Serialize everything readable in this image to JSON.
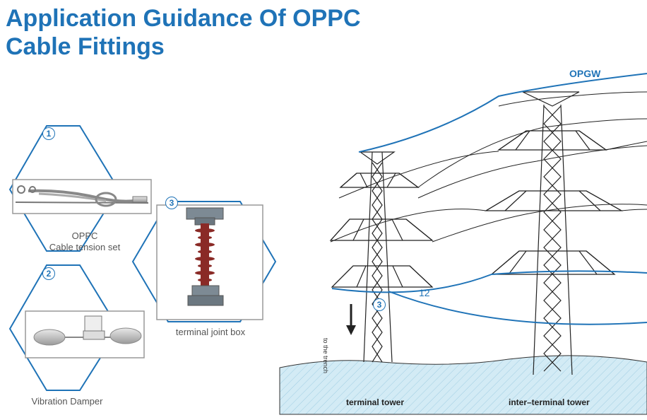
{
  "title": {
    "line1": "Application Guidance Of OPPC",
    "line2": "Cable Fittings"
  },
  "fittings": [
    {
      "number": "1",
      "label_line1": "OPPC",
      "label_line2": "Cable tension set"
    },
    {
      "number": "2",
      "label": "Vibration Damper"
    },
    {
      "number": "3",
      "label": "terminal joint box"
    }
  ],
  "diagram": {
    "opgw_label": "OPGW",
    "span_number": "12",
    "joint_marker": "3",
    "trench_text": "to the trench",
    "terminal_tower_label": "terminal tower",
    "inter_terminal_tower_label": "inter–terminal tower"
  },
  "colors": {
    "accent": "#1f73b7",
    "ground_fill": "#cfe8f3",
    "insulator": "#8a2a26"
  }
}
